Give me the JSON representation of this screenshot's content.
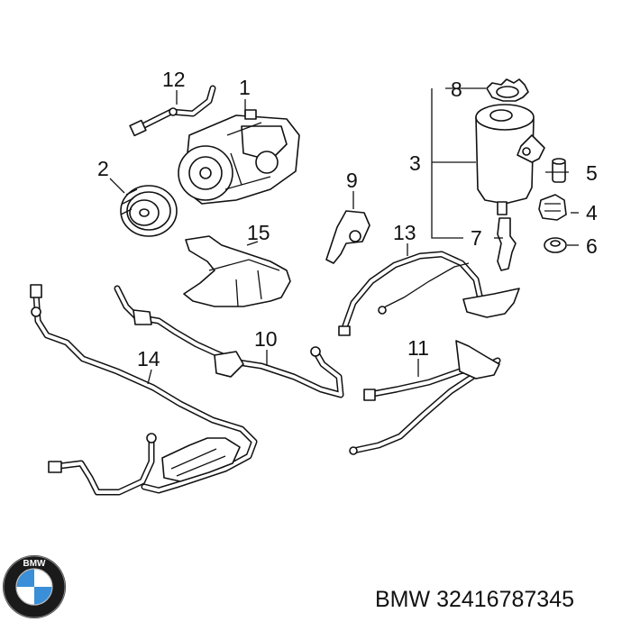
{
  "callouts": [
    {
      "id": "1",
      "label": "1"
    },
    {
      "id": "2",
      "label": "2"
    },
    {
      "id": "3",
      "label": "3"
    },
    {
      "id": "4",
      "label": "4"
    },
    {
      "id": "5",
      "label": "5"
    },
    {
      "id": "6",
      "label": "6"
    },
    {
      "id": "7",
      "label": "7"
    },
    {
      "id": "8",
      "label": "8"
    },
    {
      "id": "9",
      "label": "9"
    },
    {
      "id": "10",
      "label": "10"
    },
    {
      "id": "11",
      "label": "11"
    },
    {
      "id": "12",
      "label": "12"
    },
    {
      "id": "13",
      "label": "13"
    },
    {
      "id": "14",
      "label": "14"
    },
    {
      "id": "15",
      "label": "15"
    }
  ],
  "caption": {
    "brand": "BMW",
    "part_number": "32416787345"
  },
  "logo": {
    "colors": {
      "ring": "#1a1a1a",
      "blue": "#3a8fd8",
      "white": "#ffffff"
    }
  }
}
